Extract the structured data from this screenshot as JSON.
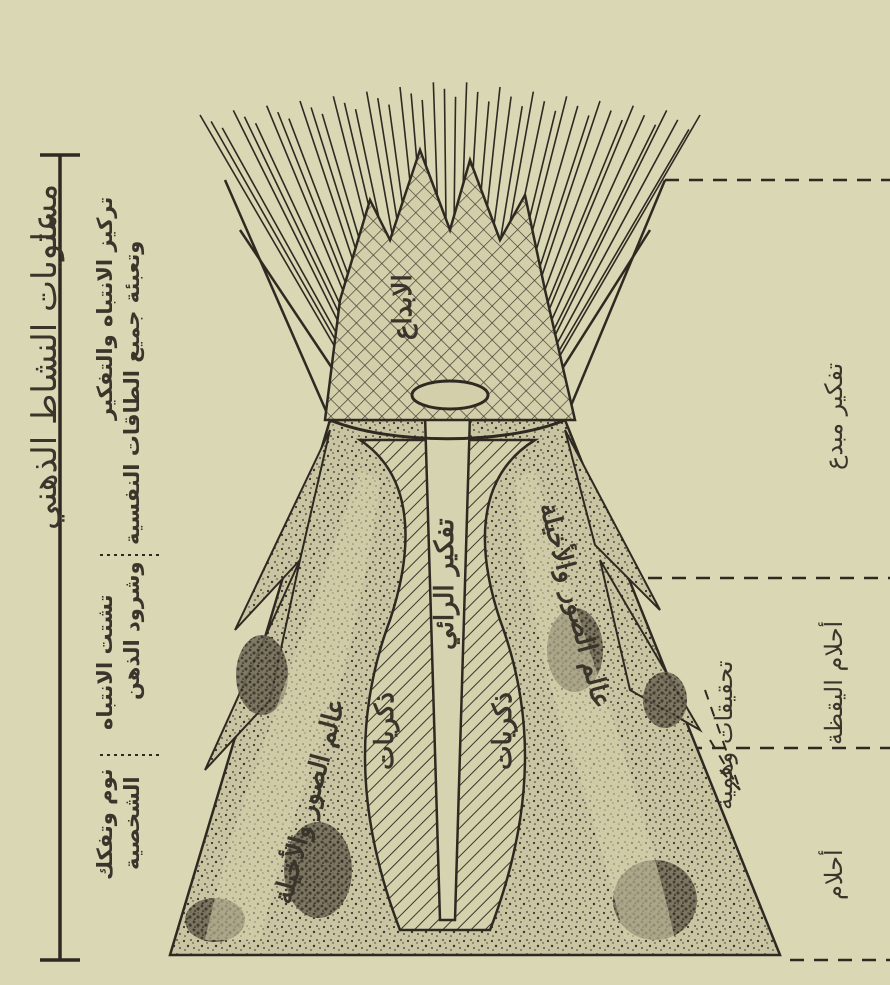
{
  "scale": {
    "title": "مستويات النشاط الذهني",
    "levels": [
      {
        "name": "علو",
        "desc_line1": "تركيز الانتباه والتفكير",
        "desc_line2": "وتعبئة جميع الطاقات النفسية"
      },
      {
        "name": "",
        "desc_line1": "تشتت الانتباه",
        "desc_line2": "وشرود الذهن"
      },
      {
        "name": "",
        "desc_line1": "نوم وتفكك",
        "desc_line2": "الشخصية"
      }
    ]
  },
  "regions": {
    "creativity": "الابداع",
    "reflective_thought": "تفكير الرائي",
    "memories_left": "ذكريات",
    "memories_right": "ذكريات",
    "images_world_left": "عالم الصور والأخيلة",
    "images_world_right": "عالم الصور والأخيلة"
  },
  "right_axis": {
    "creative_thinking": "تفكير مبدع",
    "daydreams": "أحلام اليقظة",
    "wish_fulfillment": "تحقيقات وهمية",
    "dreams": "أحلام"
  },
  "colors": {
    "paper": "#d9d7b4",
    "ink": "#2e2a22"
  }
}
